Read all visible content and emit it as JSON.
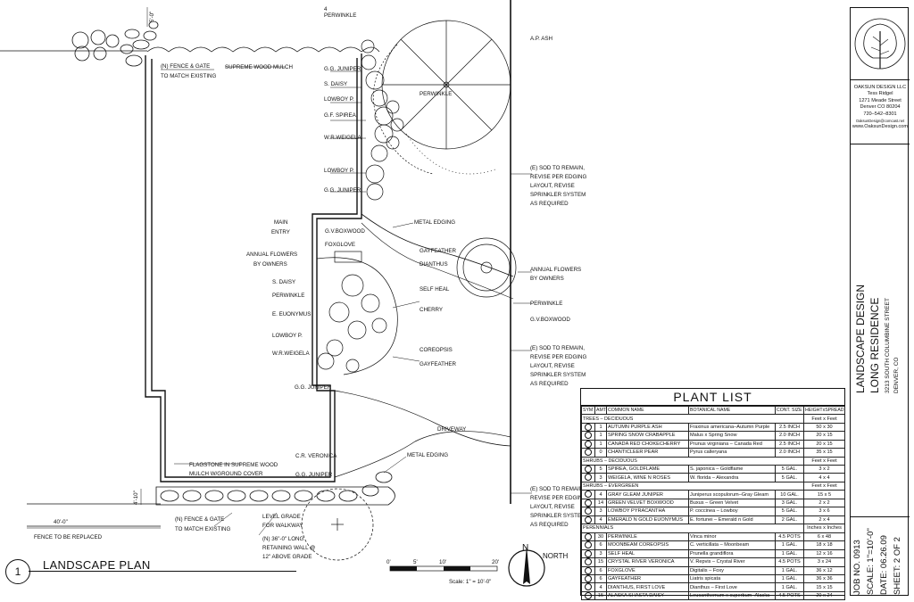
{
  "labels": {
    "perwinkle_top": "PERWINKLE",
    "perwinkle_top_qty": "4",
    "ap_ash": "A.P. ASH",
    "fence_gate_top": "(N) FENCE & GATE",
    "fence_gate_top_2": "TO MATCH EXISTING",
    "supreme_mulch": "SUPREME WOOD MULCH",
    "gg_juniper": "G.G. JUNIPER",
    "s_daisy": "S. DAISY",
    "lowboy_p": "LOWBOY P.",
    "gf_spirea": "G.F. SPIREA",
    "wr_weigela": "W.R.WEIGELA",
    "perwinkle": "PERWINKLE",
    "main_entry": "MAIN",
    "main_entry_2": "ENTRY",
    "gv_boxwood": "G.V.BOXWOOD",
    "foxglove": "FOXGLOVE",
    "metal_edging": "METAL EDGING",
    "gayfeather": "GAYFEATHER",
    "dianthus": "DIANTHUS",
    "annual_flowers": "ANNUAL FLOWERS",
    "by_owners": "BY OWNERS",
    "e_euonymus": "E. EUONYMUS",
    "self_heal": "SELF HEAL",
    "cherry": "CHERRY",
    "coreopsis": "COREOPSIS",
    "sod_1": "(E) SOD TO REMAIN,",
    "sod_2": "REVISE PER EDGING",
    "sod_3": "LAYOUT, REVISE",
    "sod_4": "SPRINKLER SYSTEM",
    "sod_5": "AS REQUIRED",
    "driveway": "DRIVEWAY",
    "cr_veronica": "C.R. VERONICA",
    "flagstone_1": "FLAGSTONE IN SUPREME WOOD",
    "flagstone_2": "MULCH W/GROUND COVER",
    "level_grade_1": "LEVEL GRADE",
    "level_grade_2": "FOR WALKWAY",
    "retaining_1": "(N) 36\"-0\" LONG",
    "retaining_2": "RETAINING WALL @",
    "retaining_3": "12\" ABOVE GRADE",
    "fence_replaced": "FENCE TO BE REPLACED",
    "dim_40": "40'-0\"",
    "dim_5": "5'-0\"",
    "dim_4_10": "4'-10\"",
    "north": "NORTH",
    "north_n": "N",
    "scale_0": "0'",
    "scale_5": "5'",
    "scale_10": "10'",
    "scale_20": "20'",
    "scale_text": "Scale: 1\" = 10'-0\""
  },
  "plan_title": "LANDSCAPE PLAN",
  "plan_number": "1",
  "plant_list": {
    "title": "PLANT LIST",
    "headers": [
      "SYM",
      "AMT",
      "COMMON NAME",
      "BOTANICAL NAME",
      "CONT. SIZE",
      "HEIGHTxSPREAD"
    ],
    "sections": [
      {
        "name": "TREES – DECIDUOUS",
        "units": "Feet x Feet",
        "rows": [
          [
            "1",
            "AUTUMN PURPLE ASH",
            "Fraxinus americana–Autumn Purple",
            "2.5 INCH",
            "50 x 30"
          ],
          [
            "1",
            "SPRING SNOW CRABAPPLE",
            "Malus x Spring Snow",
            "2.0 INCH",
            "20 x 15"
          ],
          [
            "1",
            "CANADA RED CHOKECHERRY",
            "Prunus virginiana – Canada Red",
            "2.5 INCH",
            "20 x 15"
          ],
          [
            "0",
            "CHANTICLEER PEAR",
            "Pyrus calleryana",
            "2.0 INCH",
            "35 x 15"
          ]
        ]
      },
      {
        "name": "SHRUBS – DECIDUOUS",
        "units": "Feet x Feet",
        "rows": [
          [
            "5",
            "SPIREA, GOLDFLAME",
            "S. japonica – Goldflame",
            "5 GAL.",
            "3 x 2"
          ],
          [
            "3",
            "WEIGELA, WINE N ROSES",
            "W. florida – Alexandra",
            "5 GAL.",
            "4 x 4"
          ]
        ]
      },
      {
        "name": "SHRUBS – EVERGREEN",
        "units": "Feet x Feet",
        "rows": [
          [
            "4",
            "GRAY GLEAM JUNIPER",
            "Juniperus scopulorum–Gray Gleam",
            "10 GAL.",
            "15 x 5"
          ],
          [
            "14",
            "GREEN VELVET BOXWOOD",
            "Buxus – Green Velvet",
            "3 GAL.",
            "2 x 2"
          ],
          [
            "3",
            "LOWBOY PYRACANTHA",
            "P. coccinea – Lowboy",
            "5 GAL.",
            "3 x 6"
          ],
          [
            "4",
            "EMERALD N GOLD EUONYMUS",
            "E. fortunei – Emerald n Gold",
            "2 GAL.",
            "2 x 4"
          ]
        ]
      },
      {
        "name": "PERENNIALS",
        "units": "Inches x Inches",
        "rows": [
          [
            "30",
            "PERWINKLE",
            "Vinca minor",
            "4.5 POTS",
            "6 x 48"
          ],
          [
            "6",
            "MOONBEAM COREOPSIS",
            "C. verticillata – Moonbeam",
            "1 GAL.",
            "18 x 18"
          ],
          [
            "3",
            "SELF HEAL",
            "Prunella grandiflora",
            "1 GAL.",
            "12 x 16"
          ],
          [
            "15",
            "CRYSTAL RIVER VERONICA",
            "V. Repvis – Crystal River",
            "4.5 POTS",
            "3 x 24"
          ],
          [
            "6",
            "FOXGLOVE",
            "Digitalis – Foxy",
            "1 GAL.",
            "36 x 12"
          ],
          [
            "6",
            "GAYFEATHER",
            "Liatris spicata",
            "1 GAL.",
            "36 x 36"
          ],
          [
            "4",
            "DIANTHUS, FIRST LOVE",
            "Dianthus – First Love",
            "1 GAL.",
            "15 x 15"
          ],
          [
            "15",
            "ALASKA SHASTA DAISY",
            "Leucanthemum x superbum–Alaska",
            "4.5 POTS",
            "20 x 24"
          ]
        ]
      }
    ]
  },
  "title_block": {
    "firm": "OAKSUN DESIGN LLC",
    "person": "Tess Ridgel",
    "street": "1271 Meade Street",
    "city": "Denver   CO   80204",
    "phone": "720–542–8301",
    "email": "OaksunDesign@comcast.net",
    "web": "www.OaksunDesign.com",
    "project_1": "LANDSCAPE DESIGN",
    "project_2": "LONG RESIDENCE",
    "address_1": "3213 SOUTH COLUMBINE STREET",
    "address_2": "DENVER, CO",
    "job": "JOB NO. 0913",
    "scale": "SCALE: 1\"=10'-0\"",
    "date": "DATE: 06.26.09",
    "sheet": "SHEET: 2 OF 2"
  },
  "colors": {
    "line": "#111111",
    "paper": "#ffffff"
  }
}
